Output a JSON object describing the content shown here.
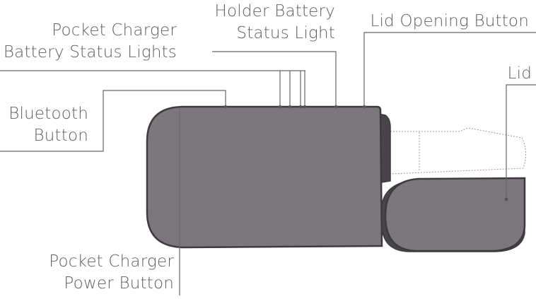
{
  "labels": {
    "pocket_charger_battery_status_lights": [
      "Pocket Charger",
      "Battery Status Lights"
    ],
    "holder_battery_status_light": [
      "Holder Battery",
      "Status Light"
    ],
    "lid_opening_button": [
      "Lid Opening Button"
    ],
    "lid": [
      "Lid"
    ],
    "bluetooth_button": [
      "Bluetooth",
      "Button"
    ],
    "pocket_charger_power_button": [
      "Pocket Charger",
      "Power Button"
    ]
  },
  "colors": {
    "body": "#7c777c",
    "body_outline": "#3e3b3f",
    "body_shadow": "#47444a",
    "leader_line": "#666666",
    "text": "#5f5f5f",
    "holder_outline": "#9a9a9a"
  }
}
